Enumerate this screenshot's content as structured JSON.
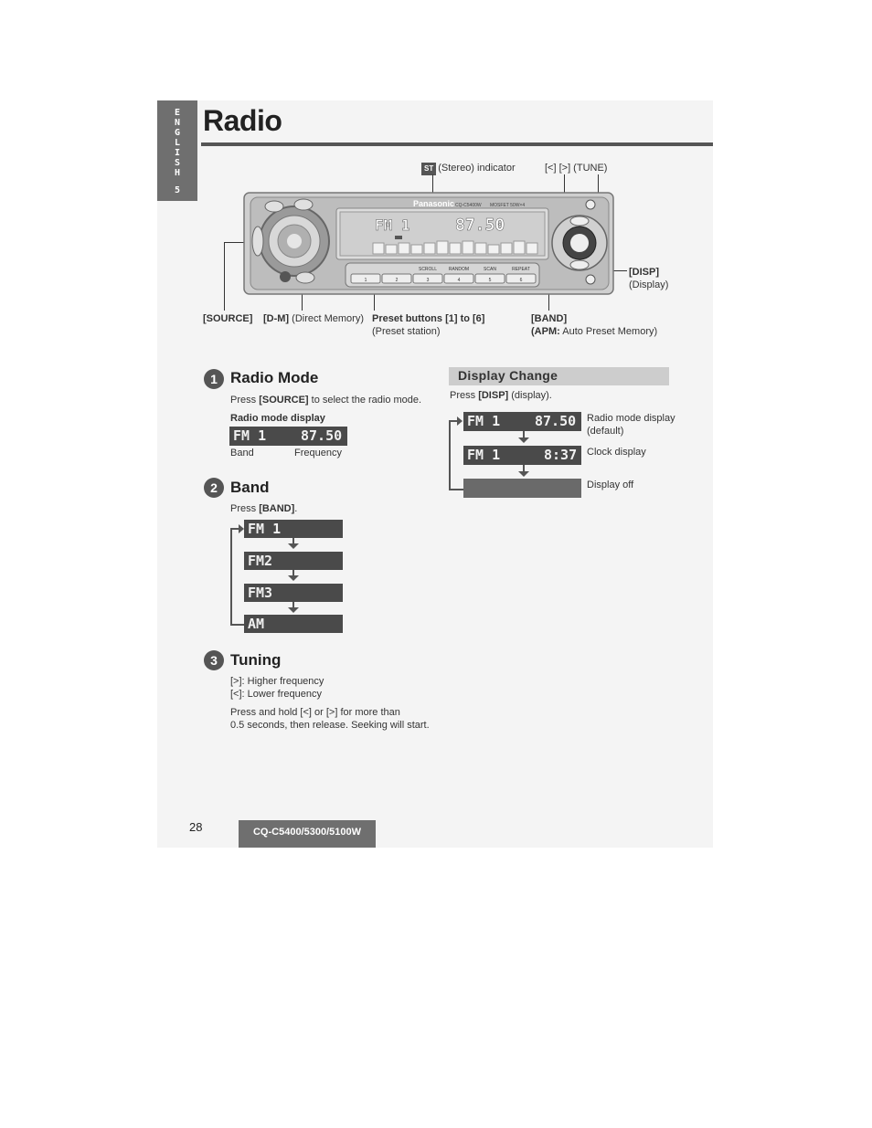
{
  "side_tab": {
    "letters": [
      "E",
      "N",
      "G",
      "L",
      "I",
      "S",
      "H"
    ],
    "number": "5"
  },
  "title": "Radio",
  "device": {
    "brand": "Panasonic",
    "model": "CQ-C5400W",
    "mosfet": "MOSFET 50W×4",
    "display_band": "FM 1",
    "display_freq": "87.50",
    "presets": [
      "1",
      "2",
      "3",
      "4",
      "5",
      "6"
    ],
    "preset_sublabels": [
      "SCROLL",
      "RANDOM",
      "SCAN",
      "REPEAT"
    ]
  },
  "callouts": {
    "stereo_badge": "ST",
    "stereo": "(Stereo) indicator",
    "tune": "[<] [>] (TUNE)",
    "disp": "[DISP]",
    "disp_sub": "(Display)",
    "source": "[SOURCE]",
    "dm_key": "[D-M]",
    "dm_text": "(Direct Memory)",
    "preset": "Preset buttons [1] to [6]",
    "preset_sub": "(Preset station)",
    "band": "[BAND]",
    "apm_key": "(APM:",
    "apm_text": "Auto Preset Memory)"
  },
  "radio_mode": {
    "num": "1",
    "title": "Radio Mode",
    "instr_pre": "Press ",
    "instr_key": "[SOURCE]",
    "instr_post": " to select the radio mode.",
    "display_label": "Radio mode display",
    "lcd_band": "FM 1",
    "lcd_freq": "87.50",
    "cap_band": "Band",
    "cap_freq": "Frequency"
  },
  "band": {
    "num": "2",
    "title": "Band",
    "instr_pre": "Press ",
    "instr_key": "[BAND]",
    "instr_post": ".",
    "sequence": [
      "FM 1",
      "FM2",
      "FM3",
      "AM"
    ]
  },
  "tuning": {
    "num": "3",
    "title": "Tuning",
    "higher": "[>]: Higher frequency",
    "lower": "[<]: Lower frequency",
    "hold1": "Press and hold [<] or [>] for more than",
    "hold2": "0.5 seconds, then release. Seeking will start."
  },
  "display_change": {
    "title": "Display Change",
    "instr_pre": "Press ",
    "instr_key": "[DISP]",
    "instr_post": " (display).",
    "lcd1_band": "FM 1",
    "lcd1_val": "87.50",
    "lcd1_label": "Radio mode display",
    "lcd1_sub": "(default)",
    "lcd2_band": "FM 1",
    "lcd2_val": "8:37",
    "lcd2_label": "Clock display",
    "lcd3_label": "Display off"
  },
  "footer": {
    "page": "28",
    "model": "CQ-C5400/5300/5100W"
  }
}
